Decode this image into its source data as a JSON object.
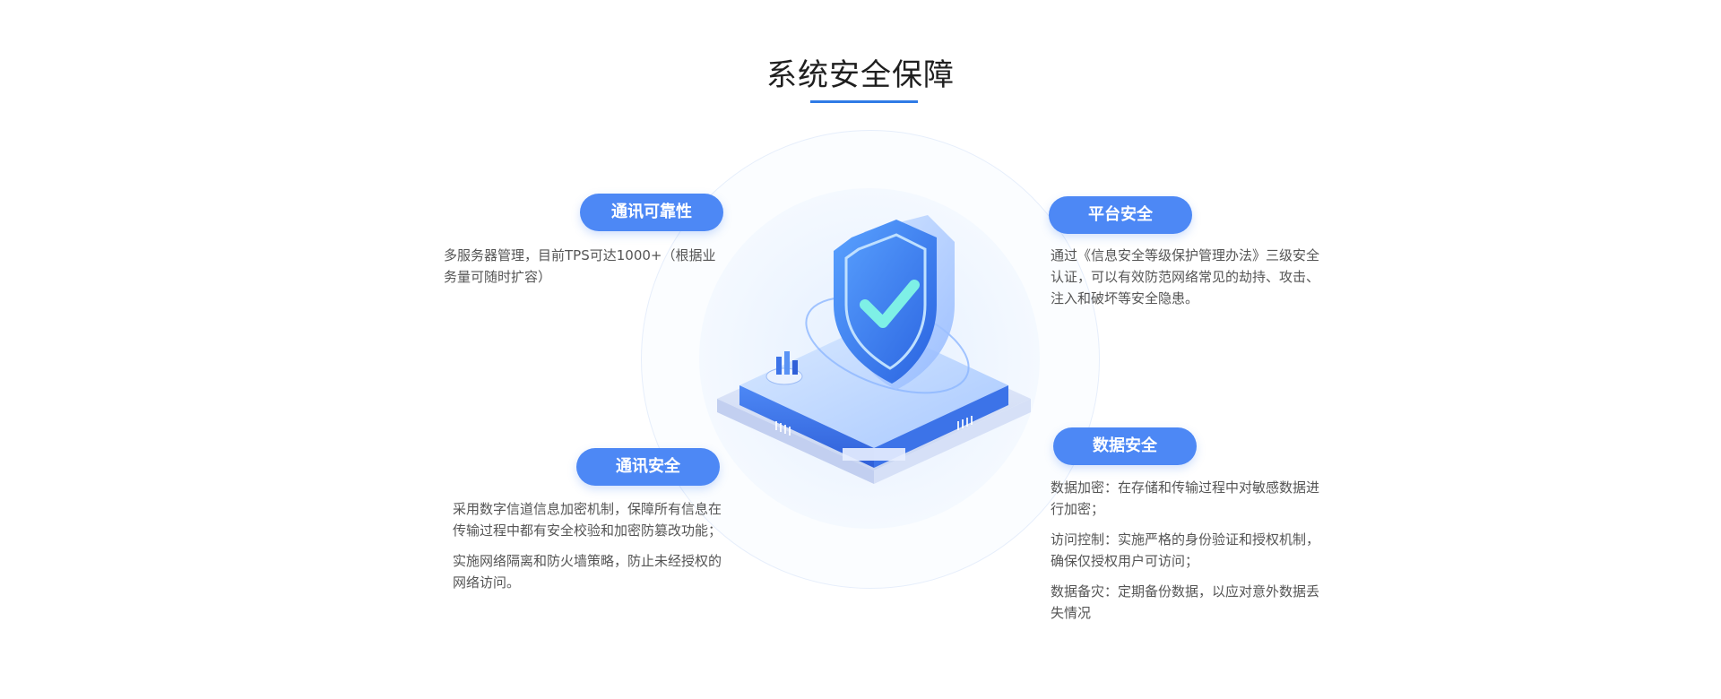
{
  "title": "系统安全保障",
  "features": {
    "comm_reliability": {
      "label": "通讯可靠性",
      "desc": "多服务器管理，目前TPS可达1000+（根据业务量可随时扩容）"
    },
    "platform_security": {
      "label": "平台安全",
      "desc": "通过《信息安全等级保护管理办法》三级安全认证，可以有效防范网络常见的劫持、攻击、注入和破坏等安全隐患。"
    },
    "comm_security": {
      "label": "通讯安全",
      "items": [
        "采用数字信道信息加密机制，保障所有信息在传输过程中都有安全校验和加密防篡改功能；",
        "实施网络隔离和防火墙策略，防止未经授权的网络访问。"
      ]
    },
    "data_security": {
      "label": "数据安全",
      "items": [
        "数据加密：在存储和传输过程中对敏感数据进行加密；",
        "访问控制：实施严格的身份验证和授权机制，确保仅授权用户可访问；",
        "数据备灾：定期备份数据，以应对意外数据丢失情况"
      ]
    }
  },
  "illustration": {
    "icon": "shield-check-icon",
    "accent_color": "#4d88f5",
    "underline_color": "#2f7be6"
  }
}
